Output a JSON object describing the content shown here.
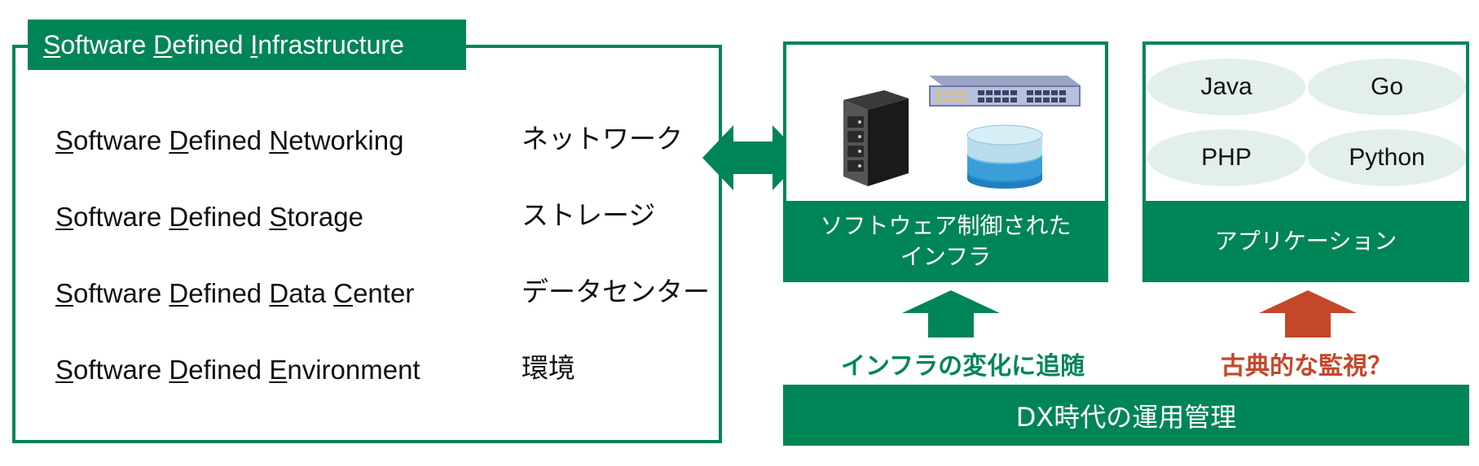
{
  "sdi": {
    "title": {
      "parts": [
        {
          "u": "S",
          "t": "oftware "
        },
        {
          "u": "D",
          "t": "efined "
        },
        {
          "u": "I",
          "t": "nfrastructure"
        }
      ]
    },
    "rows": [
      {
        "term": [
          {
            "u": "S",
            "t": "oftware "
          },
          {
            "u": "D",
            "t": "efined "
          },
          {
            "u": "N",
            "t": "etworking"
          }
        ],
        "jp": "ネットワーク"
      },
      {
        "term": [
          {
            "u": "S",
            "t": "oftware "
          },
          {
            "u": "D",
            "t": "efined "
          },
          {
            "u": "S",
            "t": "torage"
          }
        ],
        "jp": "ストレージ"
      },
      {
        "term": [
          {
            "u": "S",
            "t": "oftware "
          },
          {
            "u": "D",
            "t": "efined "
          },
          {
            "u": "D",
            "t": "ata "
          },
          {
            "u": "C",
            "t": "enter"
          }
        ],
        "jp": "データセンター"
      },
      {
        "term": [
          {
            "u": "S",
            "t": "oftware "
          },
          {
            "u": "D",
            "t": "efined "
          },
          {
            "u": "E",
            "t": "nvironment"
          }
        ],
        "jp": "環境"
      }
    ]
  },
  "infra_panel": {
    "label_line1": "ソフトウェア制御された",
    "label_line2": "インフラ",
    "icons": [
      "server-rack-icon",
      "network-switch-icon",
      "database-icon"
    ]
  },
  "app_panel": {
    "label": "アプリケーション",
    "languages": [
      "Java",
      "Go",
      "PHP",
      "Python"
    ]
  },
  "captions": {
    "left": "インフラの変化に追随",
    "right": "古典的な監視？"
  },
  "bottom_bar": "DX時代の運用管理",
  "colors": {
    "green": "#008556",
    "ellipse_fill": "#e3f0ea",
    "orange": "#c4472a"
  }
}
